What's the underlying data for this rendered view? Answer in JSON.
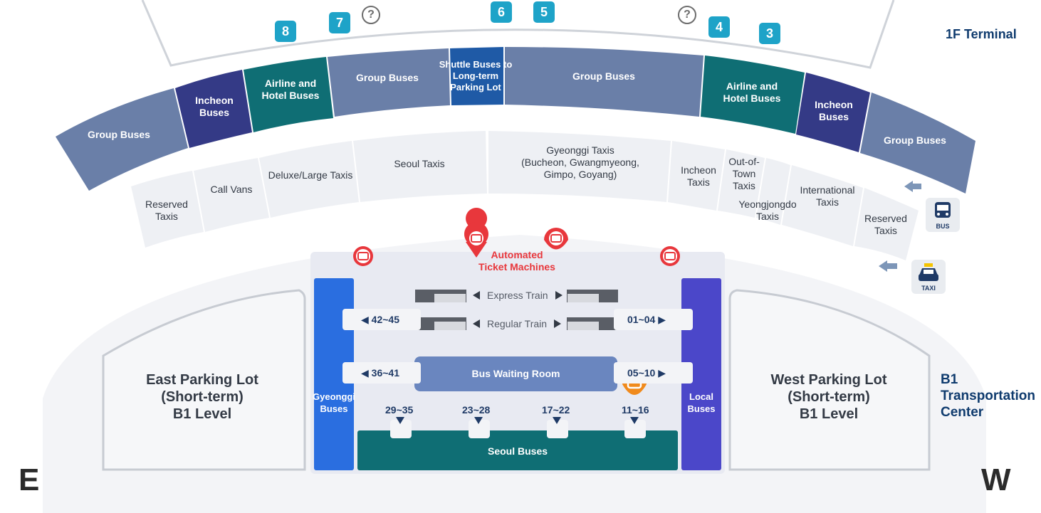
{
  "floor_labels": {
    "top": "1F Terminal",
    "bottom": "B1\nTransportation\nCenter"
  },
  "compass": {
    "east": "E",
    "west": "W"
  },
  "gates": [
    "8",
    "7",
    "6",
    "5",
    "4",
    "3"
  ],
  "help_icons": [
    "?",
    "?"
  ],
  "bus_zones": {
    "group_left": "Group Buses",
    "incheon_left": "Incheon\nBuses",
    "airline_left": "Airline and\nHotel Buses",
    "group_center_left": "Group Buses",
    "shuttle": "Shuttle Buses to\nLong-term\nParking Lot",
    "group_center_right": "Group Buses",
    "airline_right": "Airline and\nHotel Buses",
    "incheon_right": "Incheon\nBuses",
    "group_right": "Group Buses"
  },
  "taxi_zones": {
    "reserved_left": "Reserved\nTaxis",
    "call_vans": "Call Vans",
    "deluxe": "Deluxe/Large Taxis",
    "seoul": "Seoul Taxis",
    "gyeonggi": "Gyeonggi Taxis\n(Bucheon, Gwangmyeong,\nGimpo, Goyang)",
    "incheon": "Incheon\nTaxis",
    "out_of_town": "Out-of-\nTown\nTaxis",
    "yeongjongdo": "Yeongjongdo\nTaxis",
    "international": "International\nTaxis",
    "reserved_right": "Reserved\nTaxis"
  },
  "legend_icons": {
    "bus": "BUS",
    "taxi": "TAXI"
  },
  "ticket_machines": {
    "label": "Automated\nTicket Machines"
  },
  "transport_center": {
    "express_train": "Express Train",
    "regular_train": "Regular Train",
    "waiting_room": "Bus Waiting Room",
    "gyeonggi_buses": "Gyeonggi\nBuses",
    "local_buses": "Local\nBuses",
    "seoul_buses": "Seoul Buses",
    "bays": {
      "left_upper": "42~45",
      "left_lower": "36~41",
      "right_upper": "01~04",
      "right_lower": "05~10",
      "b29_35": "29~35",
      "b23_28": "23~28",
      "b17_22": "17~22",
      "b11_16": "11~16"
    }
  },
  "parking": {
    "east": "East Parking Lot\n(Short-term)\nB1 Level",
    "west": "West Parking Lot\n(Short-term)\nB1 Level"
  },
  "colors": {
    "group_bus": "#6a7fa8",
    "incheon_bus": "#343a86",
    "airline_bus": "#0f6e74",
    "shuttle": "#1f5aa6",
    "taxi_bg": "#eef0f4",
    "gyeonggi_bar": "#2a6ee0",
    "local_bar": "#4b47c9",
    "seoul_bar": "#0f6e74",
    "waiting_room": "#6a86bf",
    "ticket_red": "#e8373c",
    "gate_teal": "#1ea3c8"
  }
}
